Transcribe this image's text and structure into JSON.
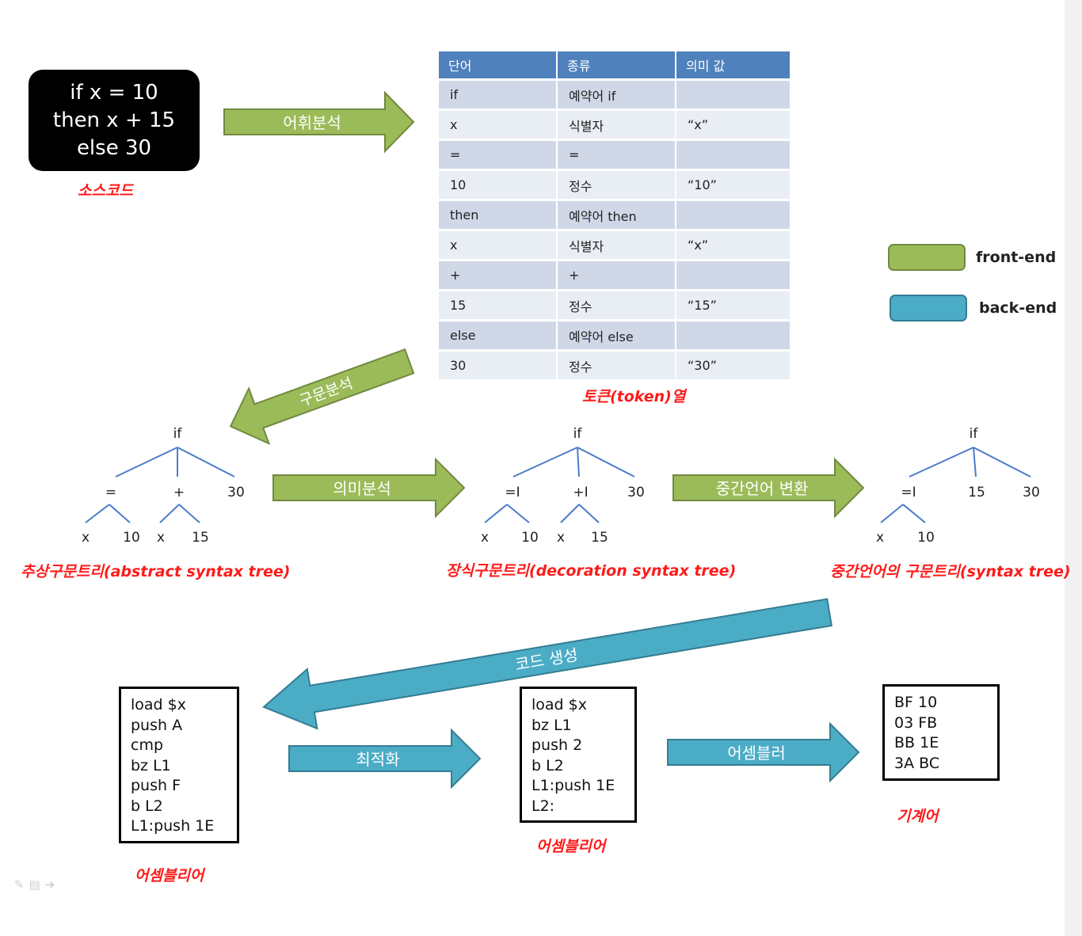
{
  "source_code": {
    "lines": [
      "if x = 10",
      "then x + 15",
      "else 30"
    ],
    "caption": "소스코드"
  },
  "token_table": {
    "headers": [
      "단어",
      "종류",
      "의미 값"
    ],
    "rows": [
      [
        "if",
        "예약어 if",
        ""
      ],
      [
        "x",
        "식별자",
        "“x”"
      ],
      [
        "=",
        "=",
        ""
      ],
      [
        "10",
        "정수",
        "“10”"
      ],
      [
        "then",
        "예약어 then",
        ""
      ],
      [
        "x",
        "식별자",
        "“x”"
      ],
      [
        "+",
        "+",
        ""
      ],
      [
        "15",
        "정수",
        "“15”"
      ],
      [
        "else",
        "예약어 else",
        ""
      ],
      [
        "30",
        "정수",
        "“30”"
      ]
    ],
    "caption": "토큰(token)열"
  },
  "legend": {
    "front_end": "front-end",
    "back_end": "back-end"
  },
  "colors": {
    "front_end": "#9bbb59",
    "front_end_border": "#71893f",
    "back_end": "#4bacc6",
    "back_end_border": "#357d91",
    "caption_red": "#ff1a1a",
    "table_header": "#4f81bd"
  },
  "arrows": {
    "lexical": "어휘분석",
    "syntax": "구문분석",
    "semantic": "의미분석",
    "intermediate": "중간언어 변환",
    "codegen": "코드 생성",
    "optimize": "최적화",
    "assembler": "어셈블러"
  },
  "trees": {
    "ast": {
      "root": "if",
      "children": [
        "=",
        "+",
        "30"
      ],
      "leaves": [
        "x",
        "10",
        "x",
        "15"
      ],
      "caption": "추상구문트리(abstract syntax tree)"
    },
    "decorated": {
      "root": "if",
      "children": [
        "=I",
        "+I",
        "30"
      ],
      "leaves": [
        "x",
        "10",
        "x",
        "15"
      ],
      "caption": "장식구문트리(decoration syntax tree)"
    },
    "intermediate": {
      "root": "if",
      "children": [
        "=I",
        "15",
        "30"
      ],
      "leaves": [
        "x",
        "10"
      ],
      "caption": "중간언어의 구문트리(syntax tree)"
    }
  },
  "assembly_1": {
    "lines": [
      "load $x",
      "push A",
      "cmp",
      "bz L1",
      "push F",
      "b L2",
      "L1:push 1E"
    ],
    "caption": "어셈블리어"
  },
  "assembly_2": {
    "lines": [
      "load $x",
      "bz L1",
      "push 2",
      "b L2",
      "L1:push 1E",
      "L2:"
    ],
    "caption": "어셈블리어"
  },
  "machine_code": {
    "lines": [
      "BF 10",
      "03 FB",
      "BB 1E",
      "3A BC"
    ],
    "caption": "기계어"
  },
  "icons": [
    "pencil-icon",
    "menu-icon",
    "arrow-icon"
  ]
}
